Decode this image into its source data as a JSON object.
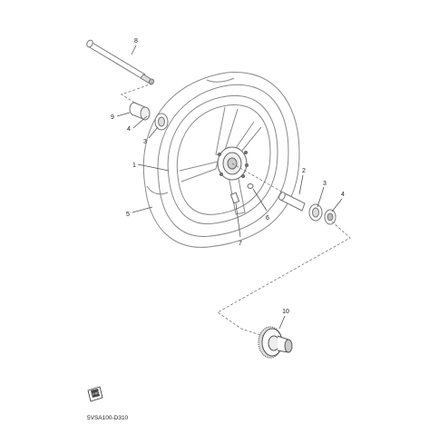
{
  "diagram": {
    "part_code": "5VSA100-D310",
    "front_badge": "FWD",
    "callouts": [
      {
        "id": "1",
        "label": "1"
      },
      {
        "id": "2",
        "label": "2"
      },
      {
        "id": "3a",
        "label": "3"
      },
      {
        "id": "3b",
        "label": "3"
      },
      {
        "id": "4a",
        "label": "4"
      },
      {
        "id": "4b",
        "label": "4"
      },
      {
        "id": "5",
        "label": "5"
      },
      {
        "id": "6",
        "label": "6"
      },
      {
        "id": "7",
        "label": "7"
      },
      {
        "id": "8",
        "label": "8"
      },
      {
        "id": "9",
        "label": "9"
      },
      {
        "id": "10",
        "label": "10"
      }
    ]
  },
  "colors": {
    "line": "#8a8a8a",
    "dark": "#333333",
    "background": "#ffffff"
  }
}
